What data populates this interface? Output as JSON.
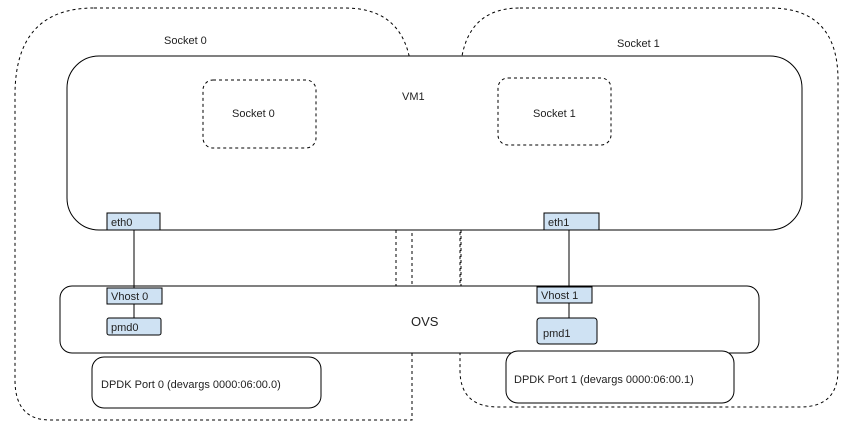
{
  "diagram": {
    "sockets": [
      {
        "label": "Socket 0"
      },
      {
        "label": "Socket 1"
      }
    ],
    "vm": {
      "label": "VM1",
      "inner_sockets": [
        {
          "label": "Socket 0"
        },
        {
          "label": "Socket 1"
        }
      ],
      "ports": [
        {
          "label": "eth0"
        },
        {
          "label": "eth1"
        }
      ]
    },
    "ovs": {
      "label": "OVS",
      "vhosts": [
        {
          "label": "Vhost 0"
        },
        {
          "label": "Vhost 1"
        }
      ],
      "pmds": [
        {
          "label": "pmd0"
        },
        {
          "label": "pmd1"
        }
      ]
    },
    "dpdk_ports": [
      {
        "label": "DPDK Port 0 (devargs 0000:06:00.0)"
      },
      {
        "label": "DPDK Port 1 (devargs 0000:06:00.1)"
      }
    ],
    "colors": {
      "stroke": "#000000",
      "port_fill": "#cfe2f3",
      "background": "#ffffff"
    }
  }
}
